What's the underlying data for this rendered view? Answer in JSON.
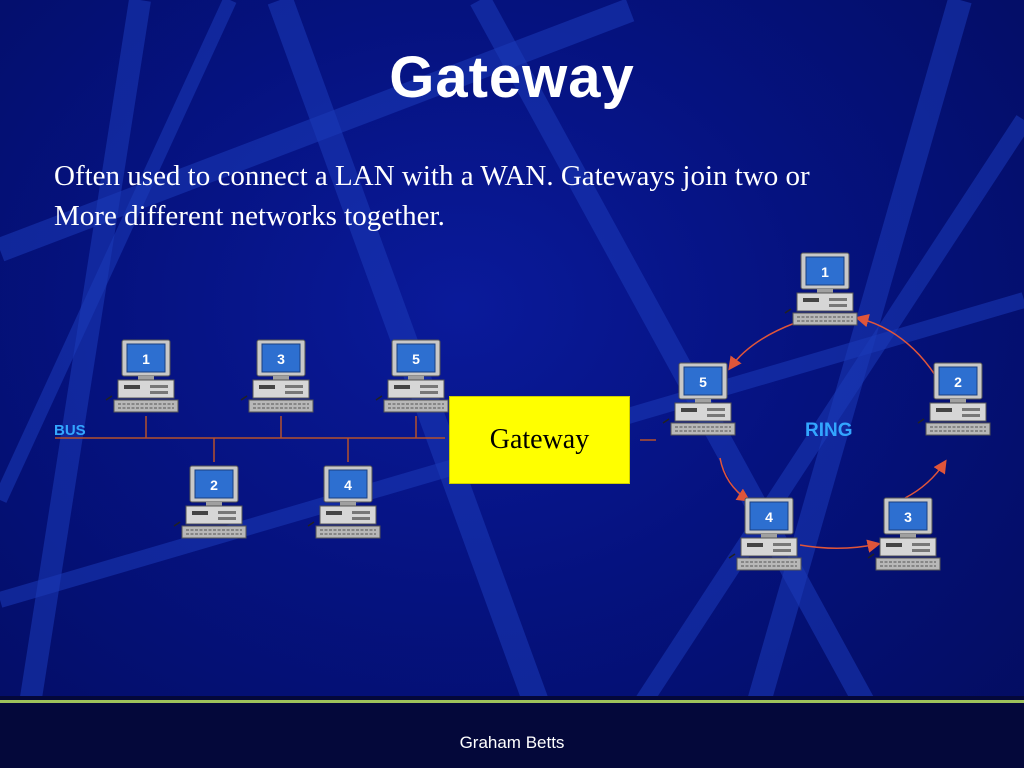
{
  "slide": {
    "title": "Gateway",
    "body_lines": [
      "Often used to connect a LAN with a WAN.  Gateways join two or",
      "More different networks together."
    ],
    "footer": "Graham Betts"
  },
  "diagram": {
    "bus_label": "BUS",
    "ring_label": "RING",
    "gateway_label": "Gateway",
    "bus_computers": [
      "1",
      "2",
      "3",
      "4",
      "5"
    ],
    "ring_computers": [
      "1",
      "2",
      "3",
      "4",
      "5"
    ]
  },
  "colors": {
    "background": "#05127f",
    "label_blue": "#33a6ff",
    "gateway_fill": "#ffff00",
    "bus_wire": "#b5512c",
    "ring_arrow": "#e0553a",
    "footer_line": "#9ec25c"
  }
}
